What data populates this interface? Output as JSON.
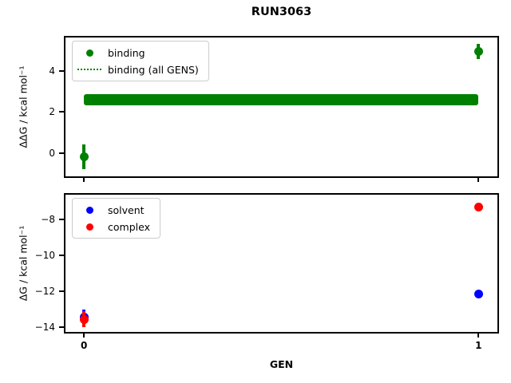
{
  "figure": {
    "title": "RUN3063",
    "xlabel": "GEN",
    "background": "#ffffff"
  },
  "colors": {
    "binding_green": "#008000",
    "solvent_blue": "#0000ff",
    "complex_red": "#ff0000",
    "legend_border": "#cccccc",
    "axis_black": "#000000"
  },
  "chart_data": [
    {
      "type": "scatter",
      "title": "RUN3063",
      "ylabel": "ΔΔG / kcal mol⁻¹",
      "xlabel": "",
      "xlim": [
        -0.047,
        1.048
      ],
      "ylim": [
        -1.15,
        5.65
      ],
      "yticks": [
        0,
        2,
        4
      ],
      "xticks": [
        0,
        1
      ],
      "xtick_labels_visible": false,
      "grid": false,
      "legend_position": "upper-left",
      "legend": [
        {
          "label": "binding",
          "marker": "dot",
          "color": "#008000"
        },
        {
          "label": "binding (all GENS)",
          "marker": "dotted-line",
          "color": "#008000"
        }
      ],
      "series": [
        {
          "name": "binding",
          "color": "#008000",
          "marker": "dot",
          "points": [
            {
              "x": 0,
              "y": -0.2,
              "yerr": 0.6
            },
            {
              "x": 1,
              "y": 4.95,
              "yerr": 0.37
            }
          ]
        },
        {
          "name": "binding (all GENS)",
          "type": "band",
          "color": "#008000",
          "x_range": [
            0,
            1
          ],
          "y_center": 2.6,
          "y_halfwidth": 0.27
        }
      ]
    },
    {
      "type": "scatter",
      "ylabel": "ΔG / kcal mol⁻¹",
      "xlabel": "GEN",
      "xlim": [
        -0.047,
        1.048
      ],
      "ylim": [
        -14.25,
        -6.65
      ],
      "yticks": [
        -8,
        -10,
        -12,
        -14
      ],
      "xticks": [
        0,
        1
      ],
      "xtick_labels_visible": true,
      "grid": false,
      "legend_position": "upper-left",
      "legend": [
        {
          "label": "solvent",
          "marker": "dot",
          "color": "#0000ff"
        },
        {
          "label": "complex",
          "marker": "dot",
          "color": "#ff0000"
        }
      ],
      "series": [
        {
          "name": "solvent",
          "color": "#0000ff",
          "marker": "dot",
          "points": [
            {
              "x": 0,
              "y": -13.45,
              "yerr": 0.45
            },
            {
              "x": 1,
              "y": -12.15,
              "yerr": 0
            }
          ]
        },
        {
          "name": "complex",
          "color": "#ff0000",
          "marker": "dot",
          "points": [
            {
              "x": 0,
              "y": -13.55,
              "yerr": 0.45
            },
            {
              "x": 1,
              "y": -7.35,
              "yerr": 0.2
            }
          ]
        }
      ]
    }
  ]
}
